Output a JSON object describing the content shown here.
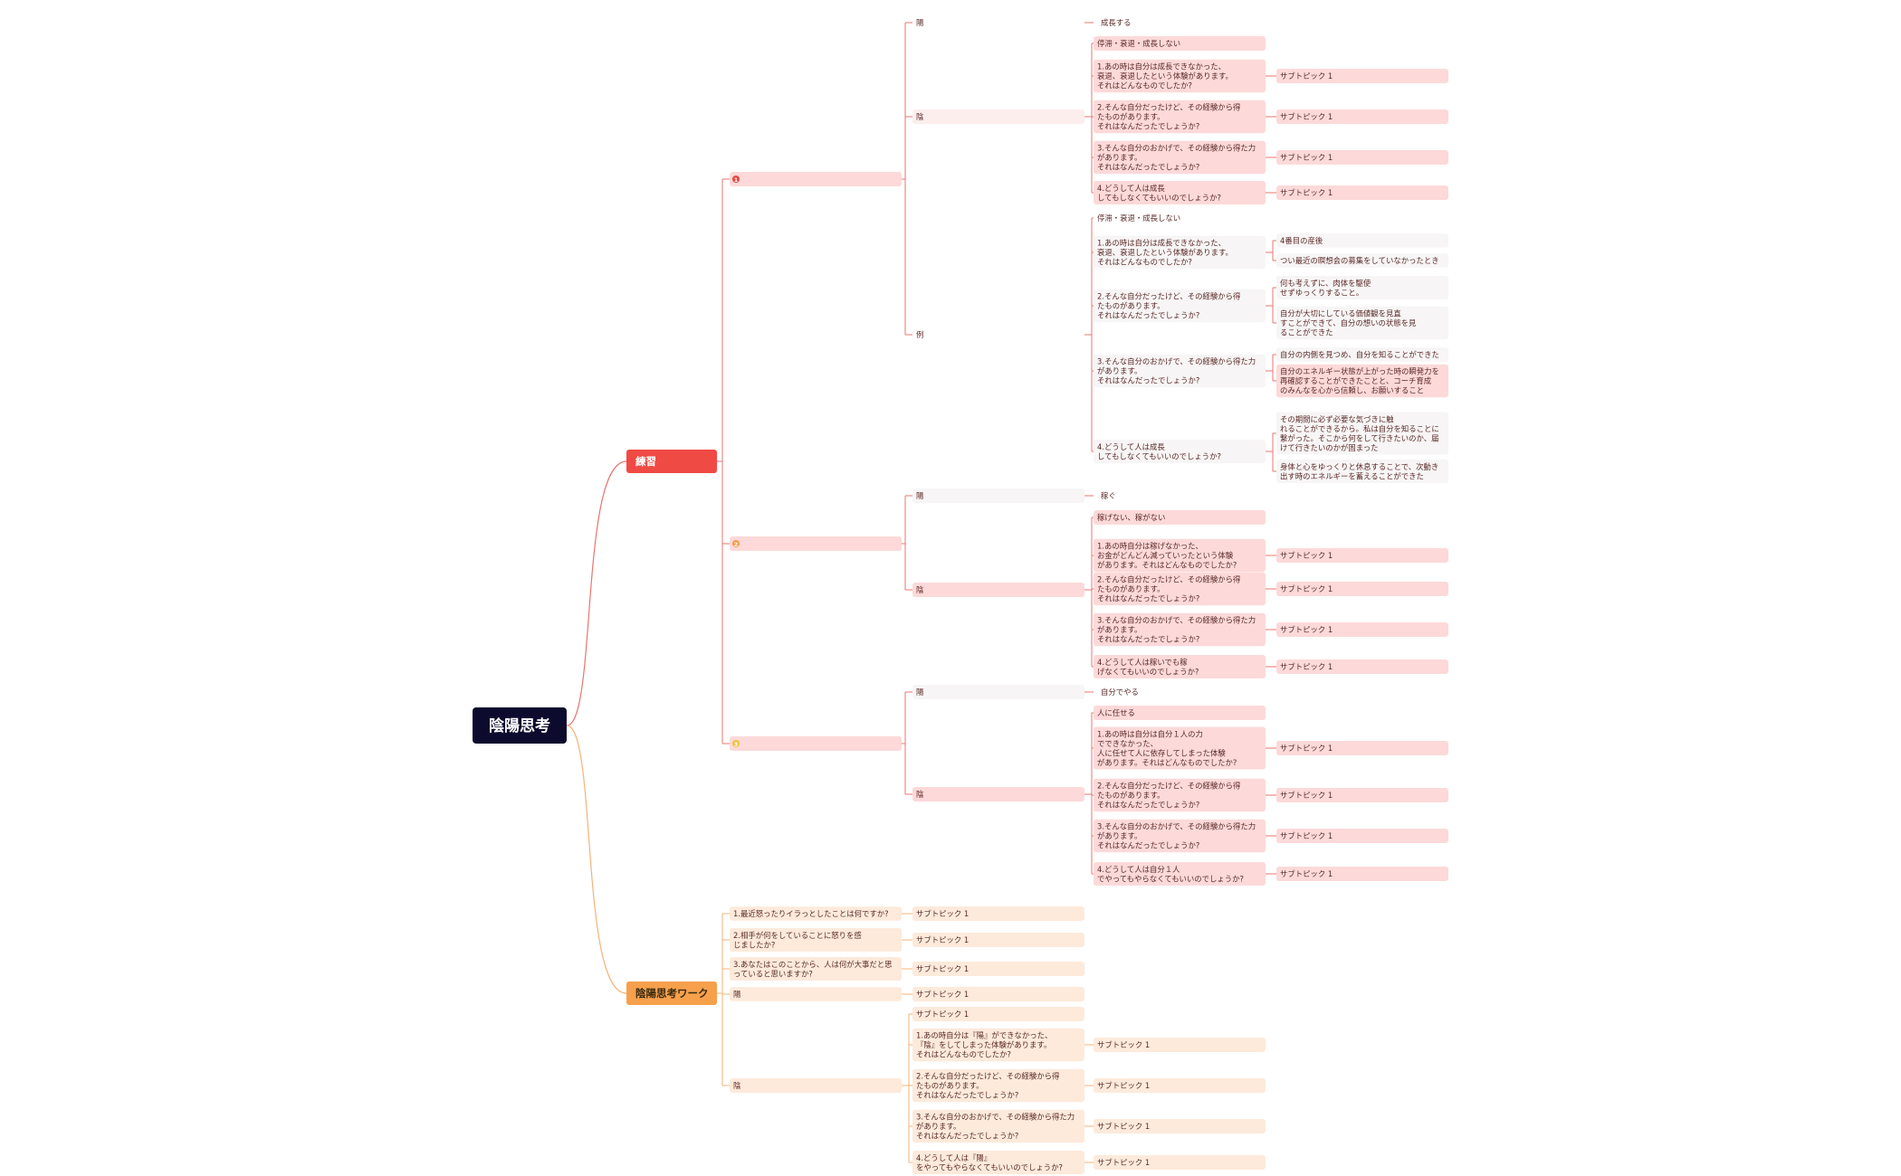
{
  "root": "陰陽思考",
  "colors": {
    "root_bg": "#0c0b2e",
    "branch1": "#f04a45",
    "branch1_line": "#e8756f",
    "pink_node": "#fdd9d9",
    "pink_light": "#fdeeee",
    "gray_node": "#f7f5f5",
    "branch2": "#f6a04c",
    "branch2_line": "#f3b37a",
    "peach_node": "#fdeadb",
    "badge1": "#e4473f",
    "badge2": "#f29b4b",
    "badge3": "#f0c23a"
  },
  "practice": {
    "label": "練習",
    "sections": [
      {
        "badge": "1",
        "yang_label": "陽",
        "yang_item": "成長する",
        "yin_label": "陰",
        "yin_head": "停滞・衰退・成長しない",
        "yin_qs": [
          {
            "lines": [
              "1.あの時は自分は成長できなかった、",
              "衰退、衰退したという体験があります。",
              "それはどんなものでしたか?"
            ],
            "sub": "サブトピック 1"
          },
          {
            "lines": [
              "2.そんな自分だったけど、その経験から得",
              "たものがあります。",
              "それはなんだったでしょうか?"
            ],
            "sub": "サブトピック 1"
          },
          {
            "lines": [
              "3.そんな自分のおかげで、その経験から得た力",
              "があります。",
              "それはなんだったでしょうか?"
            ],
            "sub": "サブトピック 1"
          },
          {
            "lines": [
              "4.どうして人は成長",
              "してもしなくてもいいのでしょうか?"
            ],
            "sub": "サブトピック 1"
          }
        ],
        "example_label": "例",
        "example_head": "停滞・衰退・成長しない",
        "examples": [
          {
            "lines": [
              "1.あの時は自分は成長できなかった、",
              "衰退、衰退したという体験があります。",
              "それはどんなものでしたか?"
            ],
            "answers": [
              {
                "lines": [
                  "4番目の産後"
                ]
              },
              {
                "lines": [
                  "つい最近の瞑想会の募集をしていなかったとき"
                ]
              }
            ]
          },
          {
            "lines": [
              "2.そんな自分だったけど、その経験から得",
              "たものがあります。",
              "それはなんだったでしょうか?"
            ],
            "answers": [
              {
                "lines": [
                  "何も考えずに、肉体を駆使",
                  "せずゆっくりすること。"
                ]
              },
              {
                "lines": [
                  "自分が大切にしている価値観を見直",
                  "すことができて、自分の想いの状態を見",
                  "ることができた"
                ]
              }
            ]
          },
          {
            "lines": [
              "3.そんな自分のおかげで、その経験から得た力",
              "があります。",
              "それはなんだったでしょうか?"
            ],
            "answers": [
              {
                "lines": [
                  "自分の内側を見つめ、自分を知ることができた"
                ]
              },
              {
                "lines": [
                  "自分のエネルギー状態が上がった時の瞬発力を",
                  "再確認することができたことと、コーチ育成",
                  "のみんなを心から信頼し、お願いすること"
                ]
              }
            ]
          },
          {
            "lines": [
              "4.どうして人は成長",
              "してもしなくてもいいのでしょうか?"
            ],
            "answers": [
              {
                "lines": [
                  "その期間に必ず必要な気づきに触",
                  "れることができるから。私は自分を知ることに",
                  "繋がった。そこから何をして行きたいのか、届",
                  "けて行きたいのかが固まった"
                ]
              },
              {
                "lines": [
                  "身体と心をゆっくりと休息することで、次動き",
                  "出す時のエネルギーを蓄えることができた"
                ]
              }
            ]
          }
        ]
      },
      {
        "badge": "2",
        "yang_label": "陽",
        "yang_item": "稼ぐ",
        "yin_label": "陰",
        "yin_head": "稼げない、稼がない",
        "yin_qs": [
          {
            "lines": [
              "1.あの時自分は稼げなかった、",
              "お金がどんどん減っていったという体験",
              "があります。それはどんなものでしたか?"
            ],
            "sub": "サブトピック 1"
          },
          {
            "lines": [
              "2.そんな自分だったけど、その経験から得",
              "たものがあります。",
              "それはなんだったでしょうか?"
            ],
            "sub": "サブトピック 1"
          },
          {
            "lines": [
              "3.そんな自分のおかげで、その経験から得た力",
              "があります。",
              "それはなんだったでしょうか?"
            ],
            "sub": "サブトピック 1"
          },
          {
            "lines": [
              "4.どうして人は稼いでも稼",
              "げなくてもいいのでしょうか?"
            ],
            "sub": "サブトピック 1"
          }
        ]
      },
      {
        "badge": "3",
        "yang_label": "陽",
        "yang_item": "自分でやる",
        "yin_label": "陰",
        "yin_head": "人に任せる",
        "yin_qs": [
          {
            "lines": [
              "1.あの時は自分は自分１人の力",
              "でできなかった、",
              "人に任せて人に依存してしまった体験",
              "があります。それはどんなものでしたか?"
            ],
            "sub": "サブトピック 1"
          },
          {
            "lines": [
              "2.そんな自分だったけど、その経験から得",
              "たものがあります。",
              "それはなんだったでしょうか?"
            ],
            "sub": "サブトピック 1"
          },
          {
            "lines": [
              "3.そんな自分のおかげで、その経験から得た力",
              "があります。",
              "それはなんだったでしょうか?"
            ],
            "sub": "サブトピック 1"
          },
          {
            "lines": [
              "4.どうして人は自分１人",
              "でやってもやらなくてもいいのでしょうか?"
            ],
            "sub": "サブトピック 1"
          }
        ]
      }
    ]
  },
  "work": {
    "label": "陰陽思考ワーク",
    "items": [
      {
        "lines": [
          "1.最近怒ったりイラっとしたことは何ですか?"
        ],
        "sub": "サブトピック 1"
      },
      {
        "lines": [
          "2.相手が何をしていることに怒りを感",
          "じましたか?"
        ],
        "sub": "サブトピック 1"
      },
      {
        "lines": [
          "3.あなたはこのことから、人は何が大事だと思",
          "っていると思いますか?"
        ],
        "sub": "サブトピック 1"
      },
      {
        "lines": [
          "陽"
        ],
        "sub": "サブトピック 1"
      }
    ],
    "yin": {
      "label": "陰",
      "head": "サブトピック 1",
      "qs": [
        {
          "lines": [
            "1.あの時自分は『陽』ができなかった、",
            "『陰』をしてしまった体験があります。",
            "それはどんなものでしたか?"
          ],
          "sub": "サブトピック 1"
        },
        {
          "lines": [
            "2.そんな自分だったけど、その経験から得",
            "たものがあります。",
            "それはなんだったでしょうか?"
          ],
          "sub": "サブトピック 1"
        },
        {
          "lines": [
            "3.そんな自分のおかげで、その経験から得た力",
            "があります。",
            "それはなんだったでしょうか?"
          ],
          "sub": "サブトピック 1"
        },
        {
          "lines": [
            "4.どうして人は『陽』",
            "をやってもやらなくてもいいのでしょうか?"
          ],
          "sub": "サブトピック 1"
        }
      ]
    }
  }
}
